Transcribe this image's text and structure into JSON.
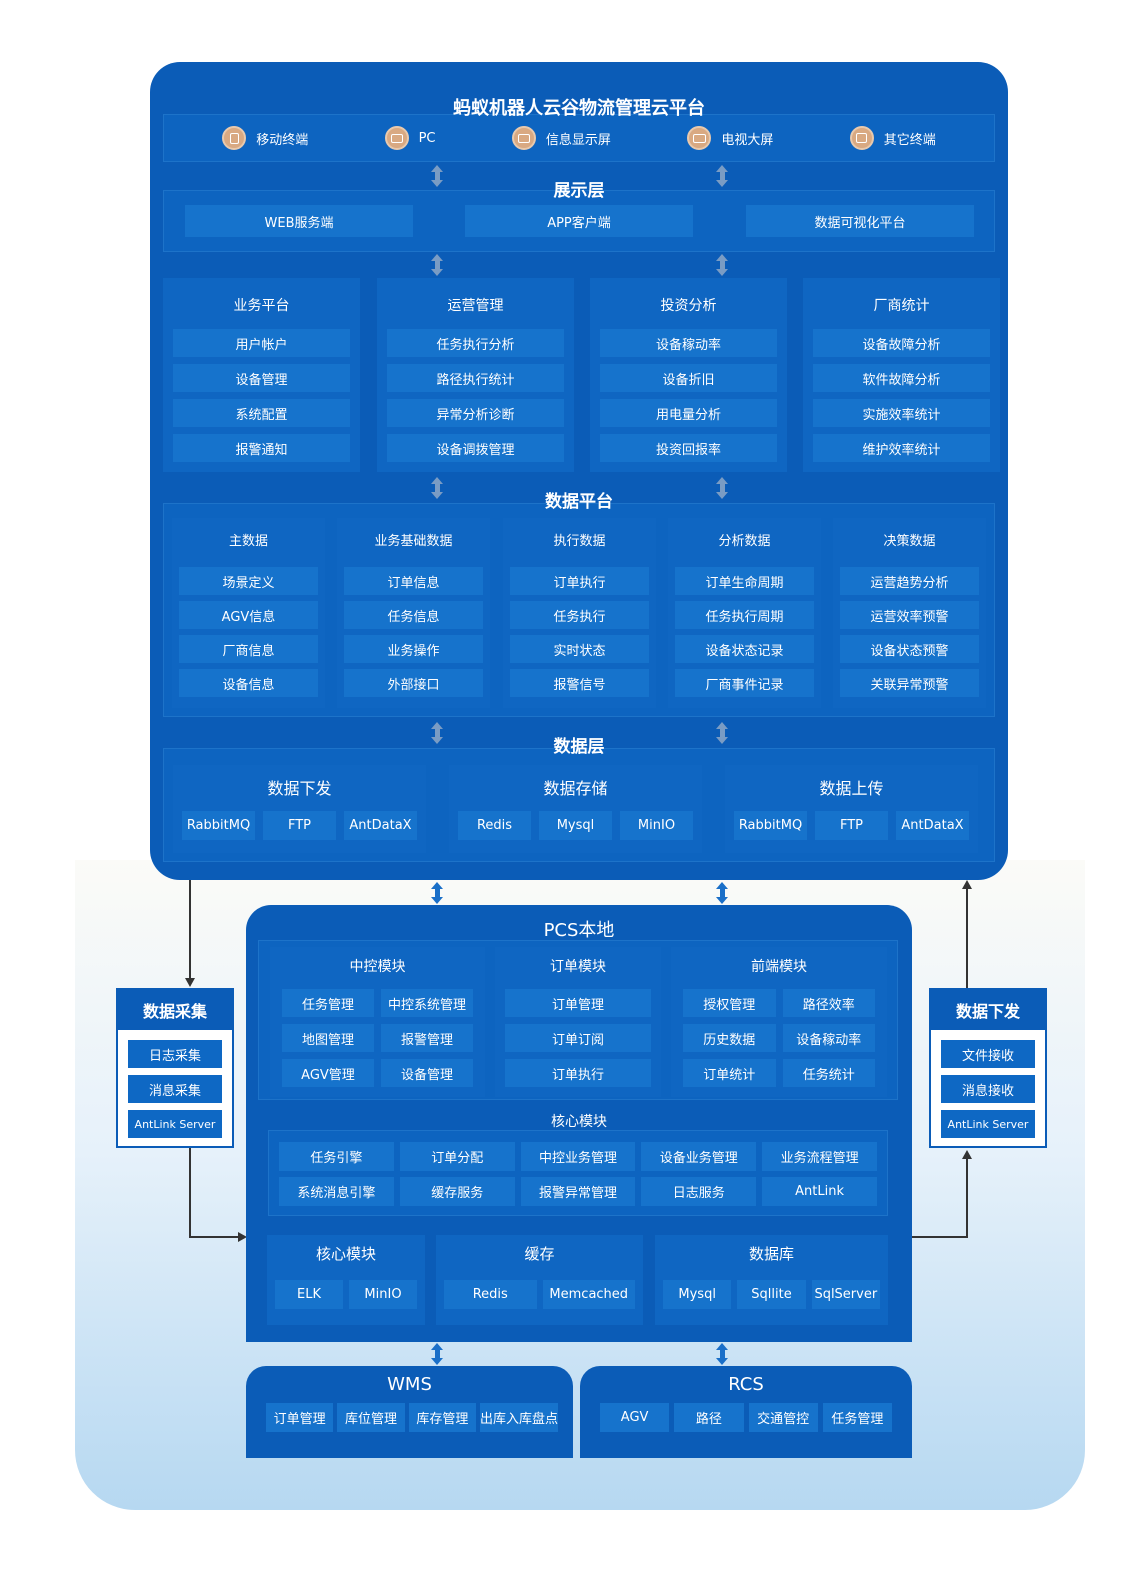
{
  "title": "蚂蚁机器人云谷物流管理云平台",
  "terminals": [
    "移动终端",
    "PC",
    "信息显示屏",
    "电视大屏",
    "其它终端"
  ],
  "display_layer": {
    "title": "展示层",
    "items": [
      "WEB服务端",
      "APP客户端",
      "数据可视化平台"
    ]
  },
  "business_columns": [
    {
      "title": "业务平台",
      "items": [
        "用户帐户",
        "设备管理",
        "系统配置",
        "报警通知"
      ]
    },
    {
      "title": "运营管理",
      "items": [
        "任务执行分析",
        "路径执行统计",
        "异常分析诊断",
        "设备调拨管理"
      ]
    },
    {
      "title": "投资分析",
      "items": [
        "设备稼动率",
        "设备折旧",
        "用电量分析",
        "投资回报率"
      ]
    },
    {
      "title": "厂商统计",
      "items": [
        "设备故障分析",
        "软件故障分析",
        "实施效率统计",
        "维护效率统计"
      ]
    }
  ],
  "data_platform": {
    "title": "数据平台",
    "columns": [
      {
        "title": "主数据",
        "items": [
          "场景定义",
          "AGV信息",
          "厂商信息",
          "设备信息"
        ]
      },
      {
        "title": "业务基础数据",
        "items": [
          "订单信息",
          "任务信息",
          "业务操作",
          "外部接口"
        ]
      },
      {
        "title": "执行数据",
        "items": [
          "订单执行",
          "任务执行",
          "实时状态",
          "报警信号"
        ]
      },
      {
        "title": "分析数据",
        "items": [
          "订单生命周期",
          "任务执行周期",
          "设备状态记录",
          "厂商事件记录"
        ]
      },
      {
        "title": "决策数据",
        "items": [
          "运营趋势分析",
          "运营效率预警",
          "设备状态预警",
          "关联异常预警"
        ]
      }
    ]
  },
  "data_layer": {
    "title": "数据层",
    "groups": [
      {
        "title": "数据下发",
        "items": [
          "RabbitMQ",
          "FTP",
          "AntDataX"
        ]
      },
      {
        "title": "数据存储",
        "items": [
          "Redis",
          "Mysql",
          "MinIO"
        ]
      },
      {
        "title": "数据上传",
        "items": [
          "RabbitMQ",
          "FTP",
          "AntDataX"
        ]
      }
    ]
  },
  "pcs": {
    "title": "PCS本地",
    "central": {
      "title": "中控模块",
      "items": [
        "任务管理",
        "中控系统管理",
        "地图管理",
        "报警管理",
        "AGV管理",
        "设备管理"
      ]
    },
    "order": {
      "title": "订单模块",
      "items": [
        "订单管理",
        "订单订阅",
        "订单执行"
      ]
    },
    "frontend": {
      "title": "前端模块",
      "items": [
        "授权管理",
        "路径效率",
        "历史数据",
        "设备稼动率",
        "订单统计",
        "任务统计"
      ]
    },
    "core": {
      "title": "核心模块",
      "items": [
        "任务引擎",
        "订单分配",
        "中控业务管理",
        "设备业务管理",
        "业务流程管理",
        "系统消息引擎",
        "缓存服务",
        "报警异常管理",
        "日志服务",
        "AntLink"
      ]
    },
    "bottom": [
      {
        "title": "核心模块",
        "items": [
          "ELK",
          "MinIO"
        ]
      },
      {
        "title": "缓存",
        "items": [
          "Redis",
          "Memcached"
        ]
      },
      {
        "title": "数据库",
        "items": [
          "Mysql",
          "Sqllite",
          "SqlServer"
        ]
      }
    ]
  },
  "collect": {
    "title": "数据采集",
    "items": [
      "日志采集",
      "消息采集",
      "AntLink Server"
    ]
  },
  "dispatch": {
    "title": "数据下发",
    "items": [
      "文件接收",
      "消息接收",
      "AntLink Server"
    ]
  },
  "wms": {
    "title": "WMS",
    "items": [
      "订单管理",
      "库位管理",
      "库存管理",
      "出库入库盘点"
    ]
  },
  "rcs": {
    "title": "RCS",
    "items": [
      "AGV",
      "路径",
      "交通管控",
      "任务管理"
    ]
  },
  "colors": {
    "panel": "#0b5cb7",
    "box": "#1673cc",
    "icon": "#d9a982"
  }
}
